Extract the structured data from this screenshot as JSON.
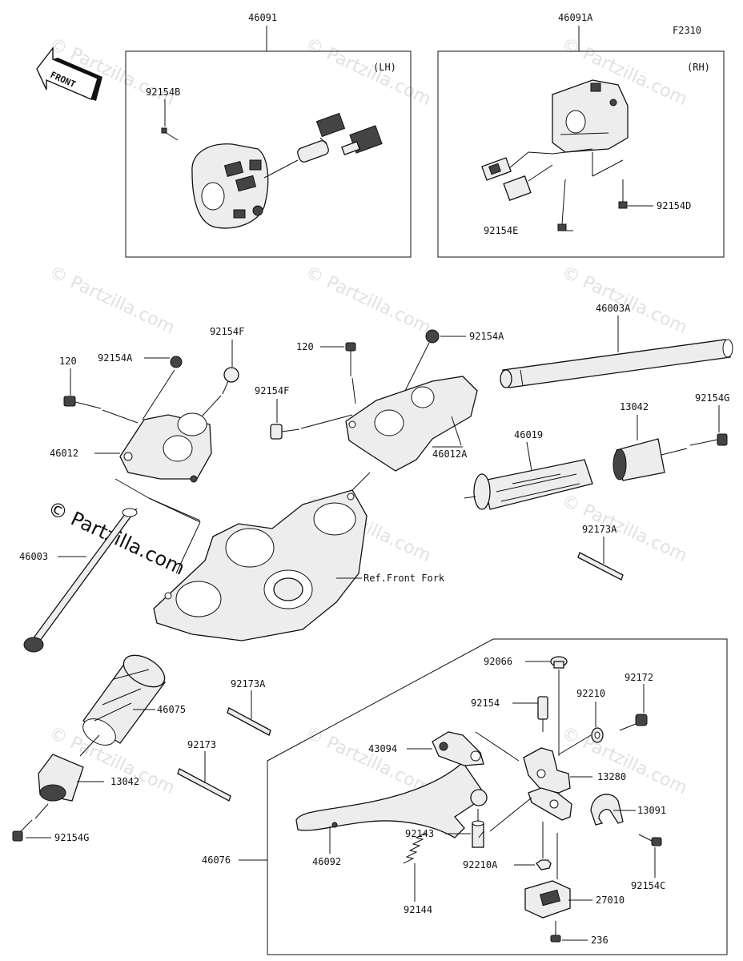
{
  "figure_code": "F2310",
  "front_label": "FRONT",
  "watermark": "© Partzilla.com",
  "boxes": {
    "left_title": "46091",
    "left_side": "(LH)",
    "right_title": "46091A",
    "right_side": "(RH)"
  },
  "labels": {
    "p92154B": "92154B",
    "p92154D": "92154D",
    "p92154E": "92154E",
    "p120_left": "120",
    "p92154A_left": "92154A",
    "p92154F_left": "92154F",
    "p46012": "46012",
    "p46003": "46003",
    "p120_mid": "120",
    "p92154A_mid": "92154A",
    "p92154F_mid": "92154F",
    "p46012A": "46012A",
    "p46003A": "46003A",
    "p13042_right": "13042",
    "p92154G_right": "92154G",
    "p46019": "46019",
    "p92173A_right": "92173A",
    "ref_front_fork": "Ref.Front Fork",
    "p46075": "46075",
    "p13042_left": "13042",
    "p92154G_left": "92154G",
    "p92173A_left": "92173A",
    "p92173": "92173",
    "p92066": "92066",
    "p92154": "92154",
    "p92210": "92210",
    "p92172": "92172",
    "p43094": "43094",
    "p13280": "13280",
    "p13091": "13091",
    "p92143": "92143",
    "p92210A": "92210A",
    "p92154C": "92154C",
    "p46076": "46076",
    "p46092": "46092",
    "p92144": "92144",
    "p27010": "27010",
    "p236": "236"
  }
}
